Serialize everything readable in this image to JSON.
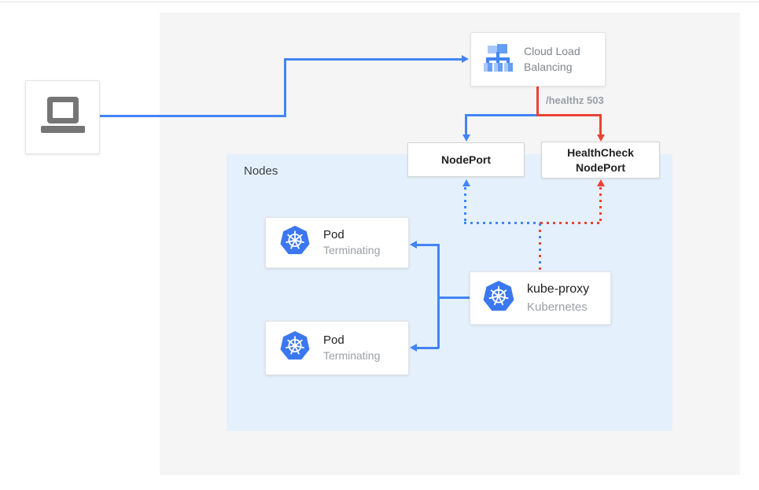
{
  "diagram": {
    "client": {
      "label": ""
    },
    "load_balancer": {
      "label": "Cloud Load Balancing"
    },
    "health_annotation": "/healthz 503",
    "node_port": {
      "label": "NodePort"
    },
    "health_check_node_port": {
      "label": "HealthCheck NodePort"
    },
    "nodes_group": {
      "label": "Nodes"
    },
    "pods": [
      {
        "title": "Pod",
        "status": "Terminating"
      },
      {
        "title": "Pod",
        "status": "Terminating"
      }
    ],
    "kube_proxy": {
      "title": "kube-proxy",
      "subtitle": "Kubernetes"
    },
    "colors": {
      "flow_blue": "#4285f4",
      "flow_red": "#ea4335",
      "panel_gray": "#f5f5f5",
      "nodes_background": "#e4f0fc"
    }
  }
}
